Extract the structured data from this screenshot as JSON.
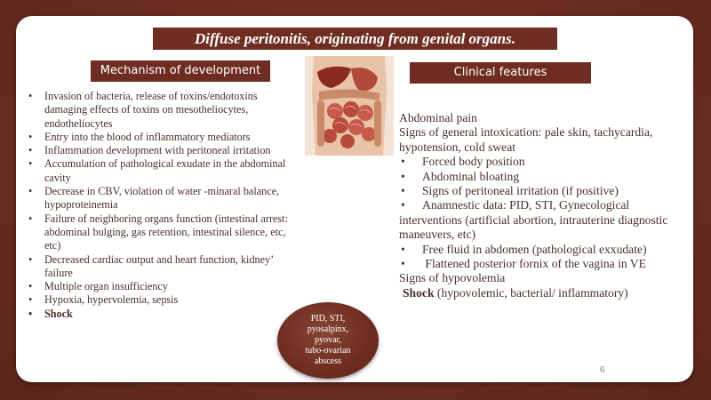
{
  "slide": {
    "title": "Diffuse peritonitis, originating from genital organs.",
    "page_number": "6"
  },
  "mechanism": {
    "header": "Mechanism  of development",
    "items": [
      {
        "text": "Invasion of bacteria, release of toxins/endotoxins damaging effects of toxins on mesotheliocytes,  endotheliocytes",
        "bold": false
      },
      {
        "text": "Entry into the blood of inflammatory mediators",
        "bold": false
      },
      {
        "text": "Inflammation development with peritoneal irritation",
        "bold": false
      },
      {
        "text": "Accumulation of pathological exudate in the abdominal cavity",
        "bold": false
      },
      {
        "text": "Decrease in CBV, violation of water -minaral balance, hypoproteinemia",
        "bold": false
      },
      {
        "text": "Failure of neighboring organs function (intestinal  arrest: abdominal bulging, gas retention, intestinal silence, etc, etc)",
        "bold": false
      },
      {
        "text": "Decreased cardiac output and heart function, kidney’ failure",
        "bold": false
      },
      {
        "text": "Multiple organ insufficiency",
        "bold": false
      },
      {
        "text": "Hypoxia, hypervolemia, sepsis",
        "bold": false
      },
      {
        "text": "Shock",
        "bold": true
      }
    ]
  },
  "clinical": {
    "header": "Clinical features",
    "abdominal_pain": "Abdominal pain",
    "intoxication": "Signs of general intoxication: pale skin, tachycardia, hypotension, cold sweat",
    "bullet_char": "•",
    "bullets": [
      "Forced body position",
      "Abdominal bloating",
      "Signs of peritoneal irritation (if positive)",
      "Anamnestic data: PID, STI, Gynecological interventions (artificial abortion, intrauterine diagnostic maneuvers, etc)",
      "Free fluid in abdomen (pathological exxudate)",
      " Flattened posterior fornix of the vagina in VE"
    ],
    "hypovolemia": "Signs of hypovolemia",
    "shock_bold": "Shock",
    "shock_rest": " (hypovolemic, bacterial/ inflammatory)"
  },
  "oval": {
    "lines": [
      "PID, STI,",
      "pyosalpinx,",
      "pyovar,",
      "tubo-ovarian",
      "abscess"
    ]
  },
  "colors": {
    "brand": "#6f2d21",
    "text": "#4a2f2a",
    "card": "#ffffff"
  },
  "icons": {
    "anatomy": "abdominal-organs-illustration"
  }
}
